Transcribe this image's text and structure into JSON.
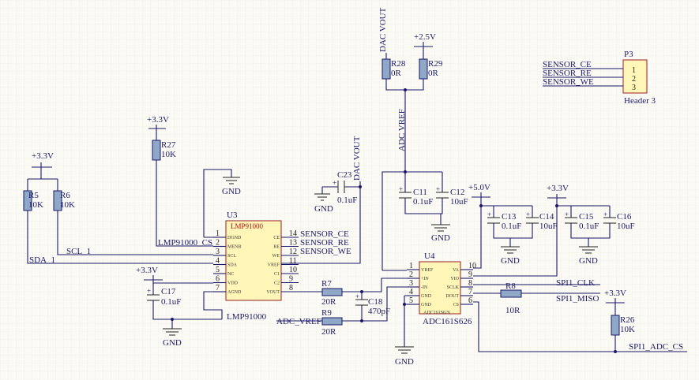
{
  "rails": {
    "p33": "+3.3V",
    "p25": "+2.5V",
    "p50": "+5.0V",
    "gnd": "GND"
  },
  "nets": {
    "dac_vout": "DAC VOUT",
    "adc_vref": "ADC VREF",
    "adc_vref_flag": "ADC_VREF",
    "sensor_ce": "SENSOR_CE",
    "sensor_re": "SENSOR_RE",
    "sensor_we": "SENSOR_WE",
    "sda": "SDA_1",
    "scl": "SCL_1",
    "lmp_cs": "LMP91000_CS",
    "spi_clk": "SPI1_CLK",
    "spi_miso": "SPI1_MISO",
    "spi_adc_cs": "SPI1_ADC_CS"
  },
  "components": {
    "R5": {
      "ref": "R5",
      "value": "10K"
    },
    "R6": {
      "ref": "R6",
      "value": "10K"
    },
    "R27": {
      "ref": "R27",
      "value": "10K"
    },
    "R28": {
      "ref": "R28",
      "value": "0R"
    },
    "R29": {
      "ref": "R29",
      "value": "0R"
    },
    "R7": {
      "ref": "R7",
      "value": "20R"
    },
    "R9": {
      "ref": "R9",
      "value": "20R"
    },
    "R8": {
      "ref": "R8",
      "value": "10R"
    },
    "R26": {
      "ref": "R26",
      "value": "10K"
    },
    "C23": {
      "ref": "C23",
      "value": "0.1uF"
    },
    "C17": {
      "ref": "C17",
      "value": "0.1uF"
    },
    "C18": {
      "ref": "C18",
      "value": "470pF"
    },
    "C11": {
      "ref": "C11",
      "value": "0.1uF"
    },
    "C12": {
      "ref": "C12",
      "value": "10uF"
    },
    "C13": {
      "ref": "C13",
      "value": "0.1uF"
    },
    "C14": {
      "ref": "C14",
      "value": "10uF"
    },
    "C15": {
      "ref": "C15",
      "value": "0.1uF"
    },
    "C16": {
      "ref": "C16",
      "value": "10uF"
    },
    "U3": {
      "ref": "U3",
      "part": "LMP91000",
      "name": "LMP91000",
      "pins_left": [
        "DGND",
        "MENB",
        "SCL",
        "SDA",
        "NC",
        "VDD",
        "AGND"
      ],
      "pins_right": [
        "CE",
        "RE",
        "WE",
        "VREF",
        "C1",
        "C2",
        "VOUT"
      ],
      "pin_nums_left": [
        "1",
        "2",
        "3",
        "4",
        "5",
        "6",
        "7"
      ],
      "pin_nums_right": [
        "14",
        "13",
        "12",
        "11",
        "10",
        "9",
        "8"
      ]
    },
    "U4": {
      "ref": "U4",
      "part": "ADC161S626",
      "name": "ADC161S626",
      "pins_left": [
        "VREF",
        "+IN",
        "-IN",
        "GND",
        "GND"
      ],
      "pins_right": [
        "VA",
        "VIO",
        "SCLK",
        "DOUT",
        "CS"
      ],
      "pin_nums_left": [
        "1",
        "2",
        "3",
        "4",
        "5"
      ],
      "pin_nums_right": [
        "10",
        "9",
        "8",
        "7",
        "6"
      ]
    },
    "P3": {
      "ref": "P3",
      "name": "Header 3",
      "pins": [
        "1",
        "2",
        "3"
      ]
    }
  }
}
